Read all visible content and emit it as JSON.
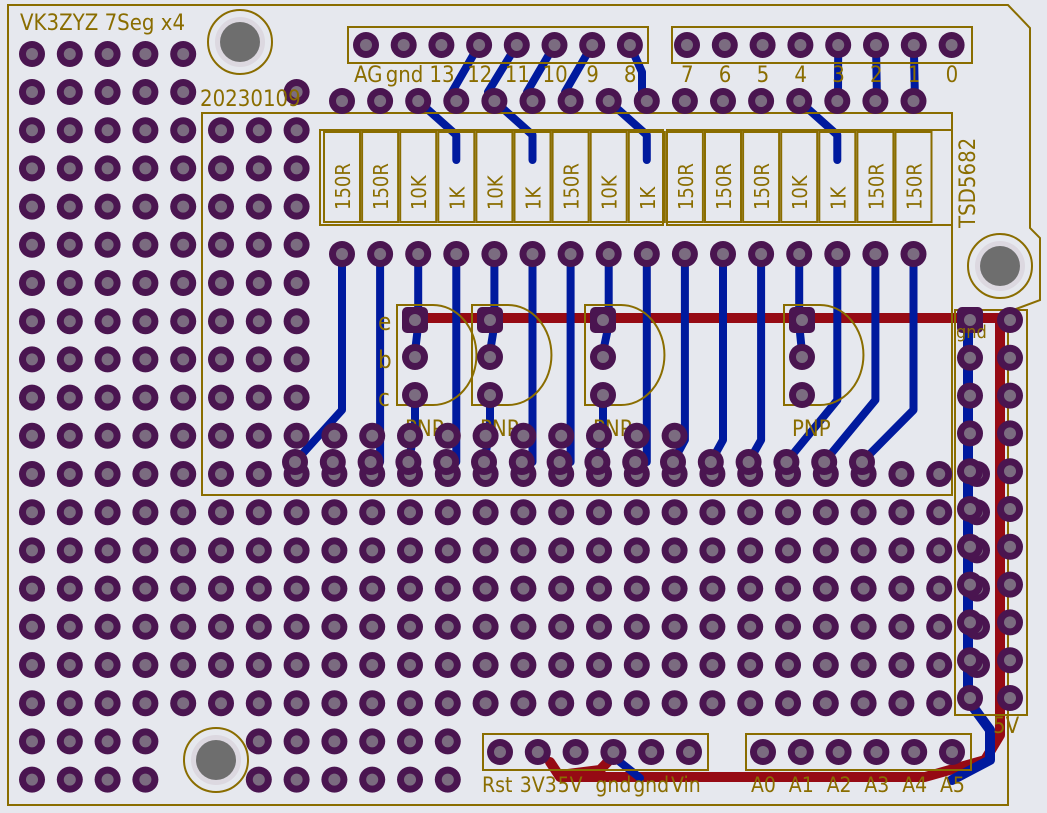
{
  "board": {
    "title": "VK3ZYZ 7Seg x4",
    "date": "20230109",
    "display_part": "TSD5682"
  },
  "colors": {
    "background": "#e6e8ee",
    "silkscreen": "#8a6d00",
    "pad": "#4a1550",
    "pad_hole": "#7b6c80",
    "trace_bottom": "#001a9e",
    "trace_top": "#960a14",
    "mount_hole": "#6e6e6e"
  },
  "headers": {
    "digital_high": [
      "AG",
      "gnd",
      "13",
      "12",
      "11",
      "10",
      "9",
      "8"
    ],
    "digital_low": [
      "7",
      "6",
      "5",
      "4",
      "3",
      "2",
      "1",
      "0"
    ],
    "power": [
      "Rst",
      "3V3",
      "5V",
      "gnd",
      "gnd",
      "Vin"
    ],
    "analog": [
      "A0",
      "A1",
      "A2",
      "A3",
      "A4",
      "A5"
    ]
  },
  "resistors": [
    "150R",
    "150R",
    "10K",
    "1K",
    "10K",
    "1K",
    "150R",
    "10K",
    "1K",
    "150R",
    "150R",
    "150R",
    "10K",
    "1K",
    "150R",
    "150R"
  ],
  "transistor_pins": [
    "e",
    "b",
    "c"
  ],
  "transistor_labels": [
    "PNP",
    "PNP",
    "PNP",
    "PNP"
  ],
  "rail_labels": {
    "gnd": "gnd",
    "vcc": "5V"
  }
}
